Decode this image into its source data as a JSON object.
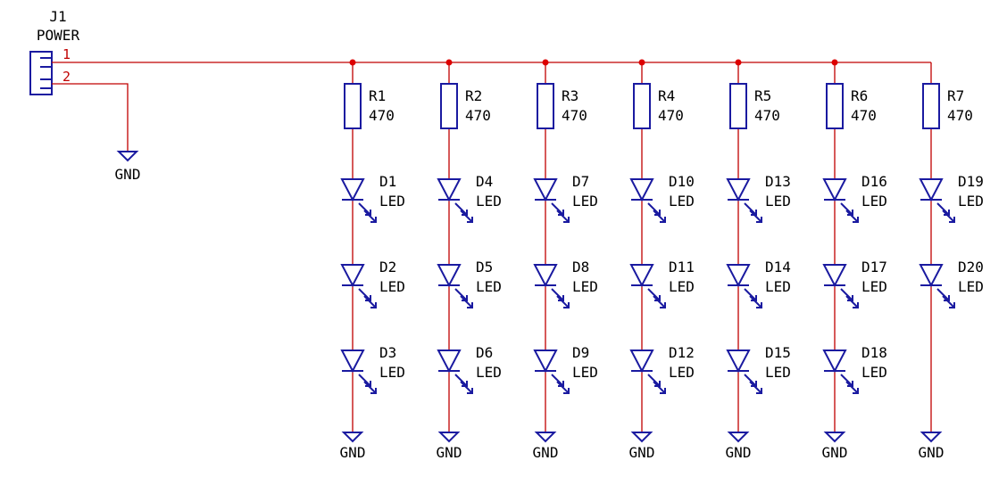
{
  "connector": {
    "ref": "J1",
    "value": "POWER",
    "pin1": "1",
    "pin2": "2",
    "gnd": "GND"
  },
  "columns": [
    {
      "resistor": {
        "ref": "R1",
        "value": "470"
      },
      "leds": [
        {
          "ref": "D1",
          "value": "LED"
        },
        {
          "ref": "D2",
          "value": "LED"
        },
        {
          "ref": "D3",
          "value": "LED"
        }
      ],
      "gnd": "GND",
      "junction": true
    },
    {
      "resistor": {
        "ref": "R2",
        "value": "470"
      },
      "leds": [
        {
          "ref": "D4",
          "value": "LED"
        },
        {
          "ref": "D5",
          "value": "LED"
        },
        {
          "ref": "D6",
          "value": "LED"
        }
      ],
      "gnd": "GND",
      "junction": true
    },
    {
      "resistor": {
        "ref": "R3",
        "value": "470"
      },
      "leds": [
        {
          "ref": "D7",
          "value": "LED"
        },
        {
          "ref": "D8",
          "value": "LED"
        },
        {
          "ref": "D9",
          "value": "LED"
        }
      ],
      "gnd": "GND",
      "junction": true
    },
    {
      "resistor": {
        "ref": "R4",
        "value": "470"
      },
      "leds": [
        {
          "ref": "D10",
          "value": "LED"
        },
        {
          "ref": "D11",
          "value": "LED"
        },
        {
          "ref": "D12",
          "value": "LED"
        }
      ],
      "gnd": "GND",
      "junction": true
    },
    {
      "resistor": {
        "ref": "R5",
        "value": "470"
      },
      "leds": [
        {
          "ref": "D13",
          "value": "LED"
        },
        {
          "ref": "D14",
          "value": "LED"
        },
        {
          "ref": "D15",
          "value": "LED"
        }
      ],
      "gnd": "GND",
      "junction": true
    },
    {
      "resistor": {
        "ref": "R6",
        "value": "470"
      },
      "leds": [
        {
          "ref": "D16",
          "value": "LED"
        },
        {
          "ref": "D17",
          "value": "LED"
        },
        {
          "ref": "D18",
          "value": "LED"
        }
      ],
      "gnd": "GND",
      "junction": true
    },
    {
      "resistor": {
        "ref": "R7",
        "value": "470"
      },
      "leds": [
        {
          "ref": "D19",
          "value": "LED"
        },
        {
          "ref": "D20",
          "value": "LED"
        }
      ],
      "gnd": "GND",
      "junction": false
    }
  ],
  "colors": {
    "wire": "#c00000",
    "symbol": "#1a1aa0",
    "junction": "#dd0000",
    "text": "#000000"
  }
}
